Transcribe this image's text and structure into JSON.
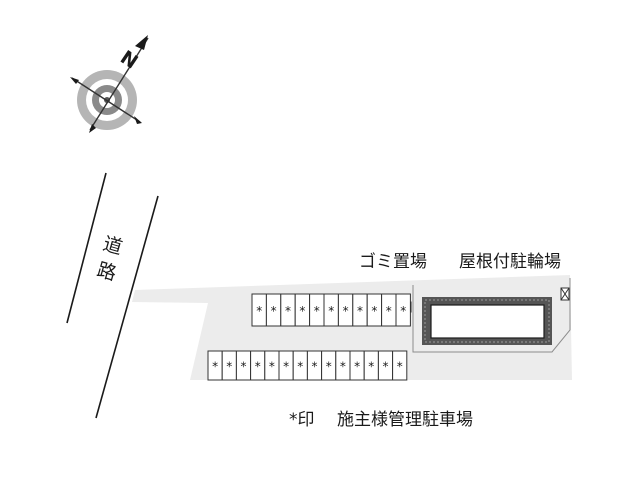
{
  "compass": {
    "north_letter": "N"
  },
  "road": {
    "label_line1": "道",
    "label_line2": "路"
  },
  "labels": {
    "garbage": "ゴミ置場",
    "bicycle": "屋根付駐輪場"
  },
  "parking": {
    "mark": "*",
    "upper_row_count": 11,
    "lower_row_count": 14
  },
  "legend": {
    "mark": "*印",
    "text": "施主様管理駐車場"
  },
  "colors": {
    "lot_fill": "#ececec",
    "road_line": "#1a1a1a",
    "building_outer": "#555555",
    "building_inner": "#ffffff",
    "compass_ring": "#8a8a8a"
  }
}
